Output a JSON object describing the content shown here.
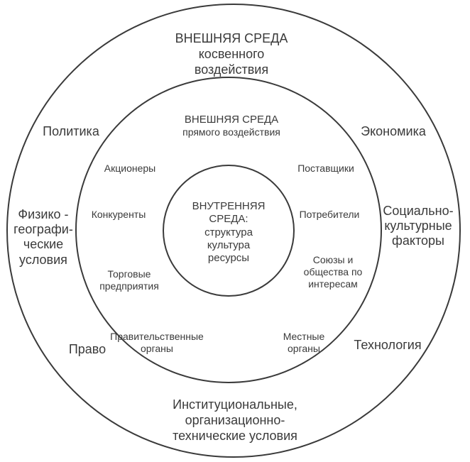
{
  "colors": {
    "stroke": "#3a3a3a",
    "text": "#3a3a3a",
    "background": "#ffffff"
  },
  "outer": {
    "title": "ВНЕШНЯЯ СРЕДА",
    "title_line2": "косвенного",
    "title_line3": "воздействия",
    "politics": "Политика",
    "economy": "Экономика",
    "physgeo_1": "Физико -",
    "physgeo_2": "географи-",
    "physgeo_3": "ческие",
    "physgeo_4": "условия",
    "sociocult_1": "Социально-",
    "sociocult_2": "культурные",
    "sociocult_3": "факторы",
    "law": "Право",
    "technology": "Технология",
    "institutional_1": "Институциональные,",
    "institutional_2": "организационно-",
    "institutional_3": "технические условия"
  },
  "middle": {
    "title": "ВНЕШНЯЯ СРЕДА",
    "title_line2": "прямого воздействия",
    "shareholders": "Акционеры",
    "suppliers": "Поставщики",
    "competitors": "Конкуренты",
    "consumers": "Потребители",
    "trade_1": "Торговые",
    "trade_2": "предприятия",
    "unions_1": "Союзы и",
    "unions_2": "общества по",
    "unions_3": "интересам",
    "gov_1": "Правительственные",
    "gov_2": "органы",
    "local_1": "Местные",
    "local_2": "органы"
  },
  "inner": {
    "title_1": "ВНУТРЕННЯЯ",
    "title_2": "СРЕДА:",
    "item_1": "структура",
    "item_2": "культура",
    "item_3": "ресурсы"
  }
}
